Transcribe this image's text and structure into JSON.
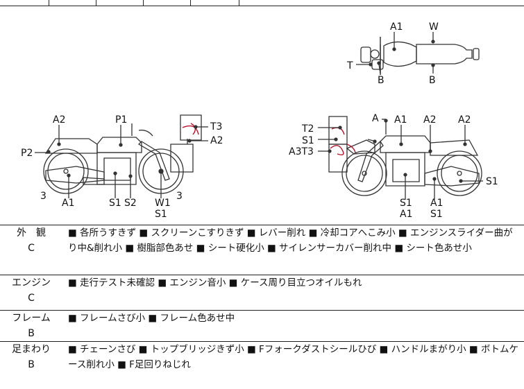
{
  "diagram": {
    "top_view_labels": {
      "a1": "A1",
      "w": "W",
      "t": "T",
      "b_left": "B",
      "b_right": "B"
    },
    "left_side_labels": {
      "a2": "A2",
      "p1": "P1",
      "t3": "T3",
      "p2": "P2",
      "a2_right": "A2",
      "three_left": "3",
      "a1": "A1",
      "s1": "S1",
      "s2": "S2",
      "w1": "W1",
      "s1_b": "S1",
      "three_right": "3"
    },
    "right_side_labels": {
      "a_top": "A",
      "a1": "A1",
      "a2_mid": "A2",
      "a2_right": "A2",
      "t2": "T2",
      "s1_left": "S1",
      "a3t3": "A3T3",
      "s1_right": "S1",
      "s1_bottom_left": "S1",
      "a1_bottom_left": "A1",
      "a1_bottom_right": "A1",
      "s1_bottom_right": "S1"
    },
    "damage_mark_color": "#b3102a"
  },
  "rows": [
    {
      "category": "外　観",
      "grade": "C",
      "text": "■ 各所うすきず ■ スクリーンこすりきず ■ レバー削れ ■ 冷却コアへこみ小 ■ エンジンスライダー曲がり中&削れ小 ■ 樹脂部色あせ ■ シート硬化小 ■ サイレンサーカバー削れ中 ■ シート色あせ小"
    },
    {
      "category": "エンジン",
      "grade": "C",
      "text": "■ 走行テスト未確認 ■ エンジン音小 ■ ケース周り目立つオイルもれ"
    },
    {
      "category": "フレーム",
      "grade": "B",
      "text": "■ フレームさび小 ■ フレーム色あせ中"
    },
    {
      "category": "足まわり",
      "grade": "B",
      "text": "■ チェーンさび ■ トップブリッジきず小 ■ Fフォークダストシールひび ■ ハンドルまがり小 ■ ボトムケース削れ小 ■ F足回りねじれ"
    }
  ]
}
